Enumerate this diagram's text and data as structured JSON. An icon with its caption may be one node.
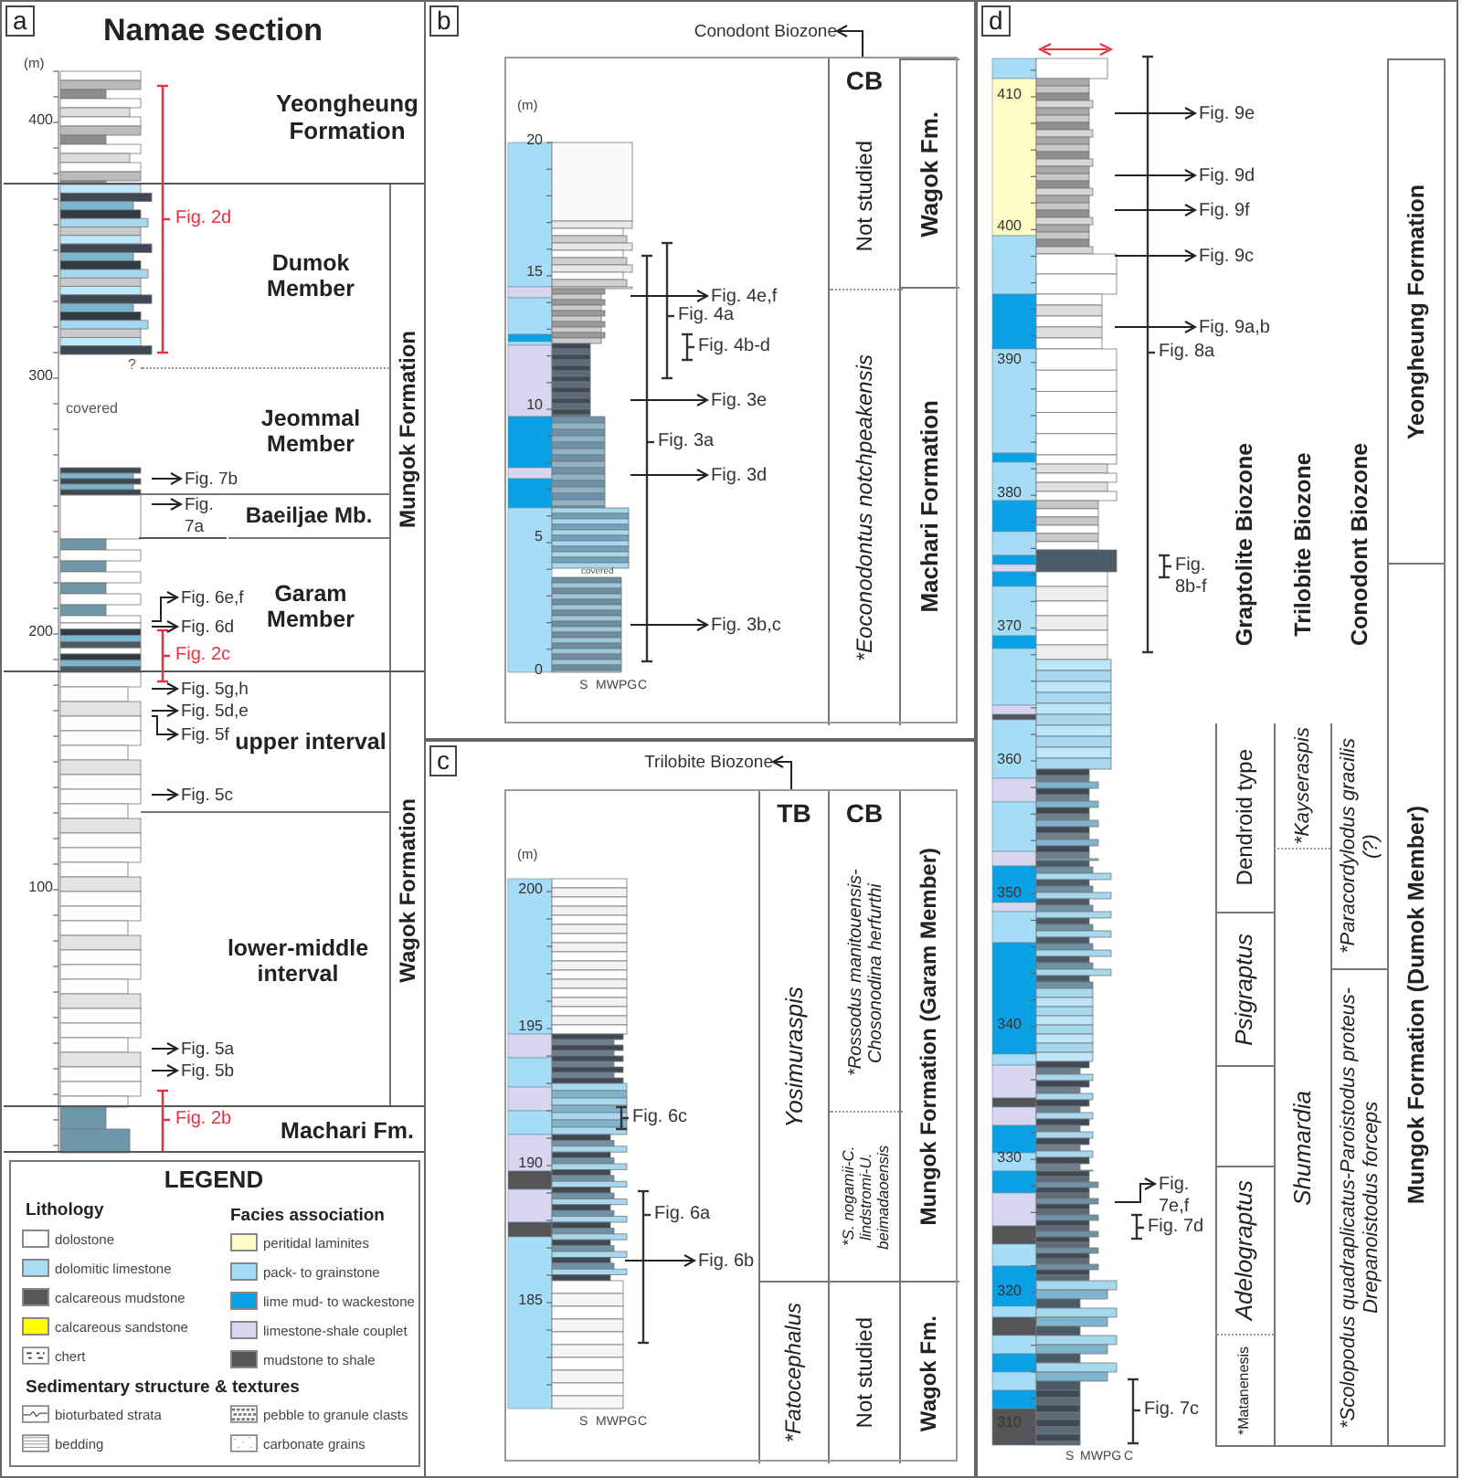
{
  "diagram": {
    "nodes": [
      {
        "text": [
          "a",
          "Namae section"
        ]
      },
      {
        "text": [
          "Yeongheung Formation"
        ],
        "in": 0
      },
      {
        "text": [
          "Mungok Formation"
        ],
        "in": 0
      },
      {
        "text": [
          "Dumok Member"
        ],
        "in": 0
      },
      {
        "text": [
          "Jeommal Member"
        ],
        "in": 0
      },
      {
        "text": [
          "Baeiljae Mb."
        ],
        "in": 0
      },
      {
        "text": [
          "Garam Member"
        ],
        "in": 0
      },
      {
        "text": [
          "Wagok Formation"
        ],
        "in": 0
      },
      {
        "text": [
          "upper interval"
        ],
        "in": 0
      },
      {
        "text": [
          "lower-middle interval"
        ],
        "in": 0
      },
      {
        "text": [
          "Machari Fm."
        ],
        "in": 0
      },
      {
        "text": [
          "Fig. 7b"
        ],
        "in": 4
      },
      {
        "text": [
          "Fig. 7a"
        ],
        "in": 0
      },
      {
        "text": [
          "Fig. 6e,f"
        ],
        "in": 6
      },
      {
        "text": [
          "Fig. 6d"
        ],
        "in": 6
      },
      {
        "text": [
          "Fig. 5g,h"
        ],
        "in": 8
      },
      {
        "text": [
          "Fig. 5d,e"
        ],
        "in": 8
      },
      {
        "text": [
          "Fig. 5f"
        ],
        "in": 8
      },
      {
        "text": [
          "Fig. 5c"
        ],
        "in": 8
      },
      {
        "text": [
          "Fig. 5a"
        ],
        "in": 9
      },
      {
        "text": [
          "Fig. 5b"
        ],
        "in": 9
      },
      {
        "text": [
          "b"
        ]
      },
      {
        "text": [
          "Conodont Biozone"
        ],
        "in": 21
      },
      {
        "text": [
          "CB"
        ],
        "in": 21
      },
      {
        "text": [
          "Not studied"
        ],
        "in": 23
      },
      {
        "text": [
          "*Eoconodontus notchpeakensis"
        ],
        "in": 23
      },
      {
        "text": [
          "Wagok Fm."
        ],
        "in": 21
      },
      {
        "text": [
          "Machari Formation"
        ],
        "in": 21
      },
      {
        "text": [
          "Fig. 4e,f"
        ],
        "in": 21
      },
      {
        "text": [
          "Fig. 3e"
        ],
        "in": 21
      },
      {
        "text": [
          "Fig. 3d"
        ],
        "in": 21
      },
      {
        "text": [
          "Fig. 3b,c"
        ],
        "in": 21
      },
      {
        "text": [
          "c"
        ]
      },
      {
        "text": [
          "Trilobite Biozone"
        ],
        "in": 32
      },
      {
        "text": [
          "TB"
        ],
        "in": 32
      },
      {
        "text": [
          "Yosimuraspis"
        ],
        "in": 34
      },
      {
        "text": [
          "*Fatocephalus"
        ],
        "in": 34
      },
      {
        "text": [
          "CB"
        ],
        "in": 32
      },
      {
        "text": [
          "*Rossodus manitouensis-Chosonodina herfurthi"
        ],
        "in": 37
      },
      {
        "text": [
          "*S. nogamii-C. lindstromi-U. beimadaoensis"
        ],
        "in": 37
      },
      {
        "text": [
          "Not studied"
        ],
        "in": 37
      },
      {
        "text": [
          "Mungok Formation (Garam Member)"
        ],
        "in": 32
      },
      {
        "text": [
          "Wagok Fm."
        ],
        "in": 32
      },
      {
        "text": [
          "Fig. 6b"
        ],
        "in": 32
      },
      {
        "text": [
          "d"
        ]
      },
      {
        "text": [
          "Graptolite Biozone"
        ],
        "in": 44
      },
      {
        "text": [
          "Dendroid type"
        ],
        "in": 45
      },
      {
        "text": [
          "Psigraptus"
        ],
        "in": 45
      },
      {
        "text": [],
        "shape": "box",
        "in": 45
      },
      {
        "text": [
          "Adelograptus"
        ],
        "in": 45
      },
      {
        "text": [
          "*Matanenesis"
        ],
        "in": 45
      },
      {
        "text": [
          "Trilobite Biozone"
        ],
        "in": 44
      },
      {
        "text": [
          "*Kayseraspis"
        ],
        "in": 51
      },
      {
        "text": [
          "Shumardia"
        ],
        "in": 51
      },
      {
        "text": [
          "Conodont Biozone"
        ],
        "in": 44
      },
      {
        "text": [
          "*Paracordylodus gracilis (?)"
        ],
        "in": 54
      },
      {
        "text": [
          "*Scolopodus quadraplicatus-Paroistodus proteus-Drepanoistodus forceps"
        ],
        "in": 54
      },
      {
        "text": [
          "Yeongheung Formation"
        ],
        "in": 44
      },
      {
        "text": [
          "Mungok Formation (Dumok Member)"
        ],
        "in": 44
      },
      {
        "text": [
          "Fig. 9e"
        ],
        "in": 44
      },
      {
        "text": [
          "Fig. 9d"
        ],
        "in": 44
      },
      {
        "text": [
          "Fig. 9f"
        ],
        "in": 44
      },
      {
        "text": [
          "Fig. 9c"
        ],
        "in": 44
      },
      {
        "text": [
          "Fig. 9a,b"
        ],
        "in": 44
      },
      {
        "text": [
          "Fig. 7e,f"
        ],
        "in": 44
      },
      {
        "text": [],
        "shape": "picture",
        "in": 0
      },
      {
        "text": [],
        "shape": "picture",
        "in": 21
      },
      {
        "text": [],
        "shape": "picture",
        "in": 32
      },
      {
        "text": [],
        "shape": "picture",
        "in": 44
      }
    ],
    "edges": [
      {
        "from": 65,
        "to": 11,
        "arrow": "to"
      },
      {
        "from": 65,
        "to": 12,
        "arrow": "to"
      },
      {
        "from": 65,
        "to": 13,
        "arrow": "to"
      },
      {
        "from": 65,
        "to": 14,
        "arrow": "to"
      },
      {
        "from": 65,
        "to": 15,
        "arrow": "to"
      },
      {
        "from": 65,
        "to": 16,
        "arrow": "to"
      },
      {
        "from": 65,
        "to": 17,
        "arrow": "to"
      },
      {
        "from": 65,
        "to": 18,
        "arrow": "to"
      },
      {
        "from": 65,
        "to": 19,
        "arrow": "to"
      },
      {
        "from": 65,
        "to": 20,
        "arrow": "to"
      },
      {
        "from": 23,
        "to": 22,
        "arrow": "to"
      },
      {
        "from": 66,
        "to": 28,
        "arrow": "to"
      },
      {
        "from": 66,
        "to": 29,
        "arrow": "to"
      },
      {
        "from": 66,
        "to": 30,
        "arrow": "to"
      },
      {
        "from": 66,
        "to": 31,
        "arrow": "to"
      },
      {
        "from": 34,
        "to": 33,
        "arrow": "to"
      },
      {
        "from": 67,
        "to": 43,
        "arrow": "to"
      },
      {
        "from": 68,
        "to": 59,
        "arrow": "to"
      },
      {
        "from": 68,
        "to": 60,
        "arrow": "to"
      },
      {
        "from": 68,
        "to": 61,
        "arrow": "to"
      },
      {
        "from": 68,
        "to": 62,
        "arrow": "to"
      },
      {
        "from": 68,
        "to": 63,
        "arrow": "to"
      },
      {
        "from": 68,
        "to": 64,
        "arrow": "to"
      }
    ],
    "labels": [
      "(m)",
      "400",
      "Fig. 2d",
      "?",
      "300",
      "covered",
      "200",
      "Fig. 2c",
      "100",
      "Fig. 2b",
      "LEGEND",
      "Lithology",
      "Facies association",
      "Sedimentary structure & textures",
      "(m)",
      "20",
      "15",
      "Fig. 4a",
      "Fig. 4b-d",
      "10",
      "Fig. 3a",
      "5",
      "covered",
      "0",
      "S",
      "MWPG",
      "C",
      "(m)",
      "200",
      "195",
      "Fig. 6c",
      "190",
      "Fig. 6a",
      "185",
      "S",
      "MWPG",
      "C",
      "410",
      "400",
      "Fig. 8a",
      "390",
      "380",
      "Fig. 8b-f",
      "370",
      "360",
      "350",
      "340",
      "330",
      "Fig. 7d",
      "320",
      "Fig. 7c",
      "310",
      "S",
      "MWPG",
      "C"
    ],
    "legend": [
      {
        "text": "dolostone",
        "color": "#ffffff"
      },
      {
        "text": "dolomitic limestone",
        "color": "#a9ddf5"
      },
      {
        "text": "calcareous mudstone",
        "color": "#57585a"
      },
      {
        "text": "calcareous sandstone",
        "color": "#ffff00"
      },
      {
        "text": "chert"
      },
      {
        "text": "peritidal laminites",
        "color": "#fffbc4"
      },
      {
        "text": "pack- to grainstone",
        "color": "#a6dcf6"
      },
      {
        "text": "lime mud- to wackestone",
        "color": "#0aa0e6"
      },
      {
        "text": "limestone-shale couplet",
        "color": "#d8d5ee"
      },
      {
        "text": "mudstone to shale",
        "color": "#555558"
      },
      {
        "text": "bioturbated strata"
      },
      {
        "text": "pebble to granule clasts"
      },
      {
        "text": "bedding"
      },
      {
        "text": "carbonate grains"
      }
    ]
  }
}
